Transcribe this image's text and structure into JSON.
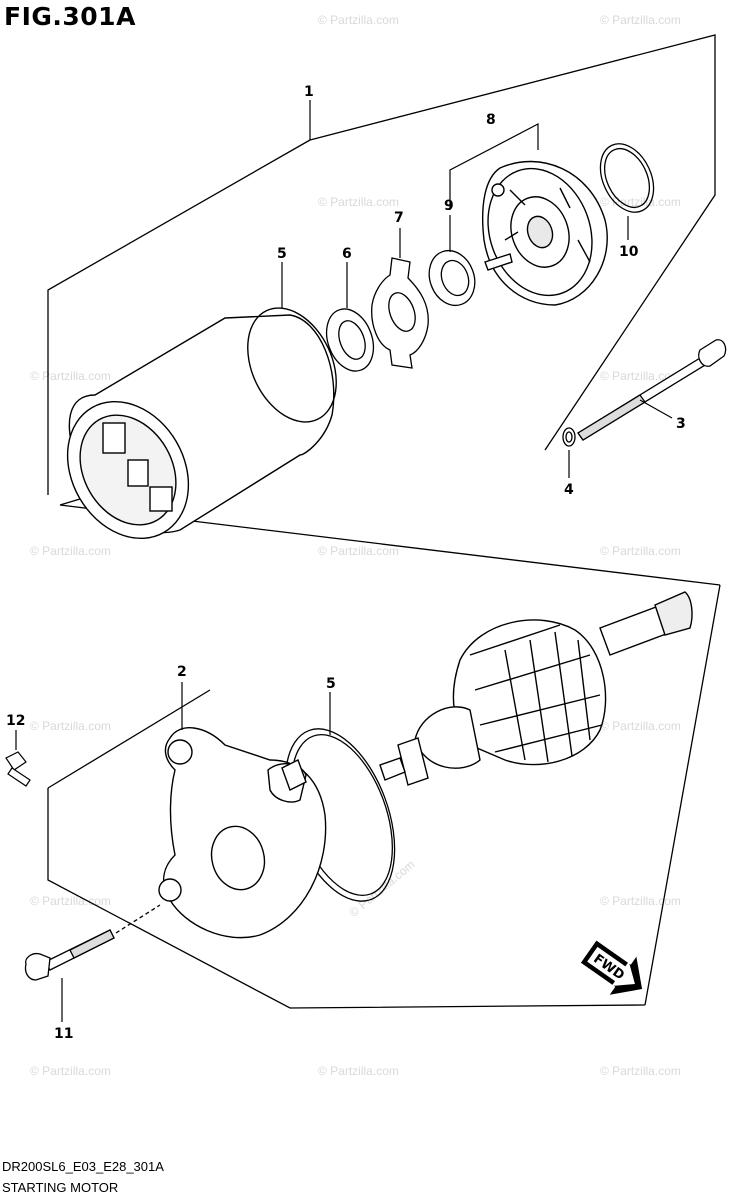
{
  "figure": {
    "title": "FIG.301A",
    "diagram_code": "DR200SL6_E03_E28_301A",
    "diagram_name": "STARTING MOTOR",
    "watermark": "© Partzilla.com",
    "direction_label": "FWD"
  },
  "callouts": [
    {
      "id": "1",
      "label": "1"
    },
    {
      "id": "2",
      "label": "2"
    },
    {
      "id": "3",
      "label": "3"
    },
    {
      "id": "4",
      "label": "4"
    },
    {
      "id": "5a",
      "label": "5"
    },
    {
      "id": "5b",
      "label": "5"
    },
    {
      "id": "6",
      "label": "6"
    },
    {
      "id": "7",
      "label": "7"
    },
    {
      "id": "8",
      "label": "8"
    },
    {
      "id": "9",
      "label": "9"
    },
    {
      "id": "10",
      "label": "10"
    },
    {
      "id": "11",
      "label": "11"
    },
    {
      "id": "12",
      "label": "12"
    }
  ]
}
